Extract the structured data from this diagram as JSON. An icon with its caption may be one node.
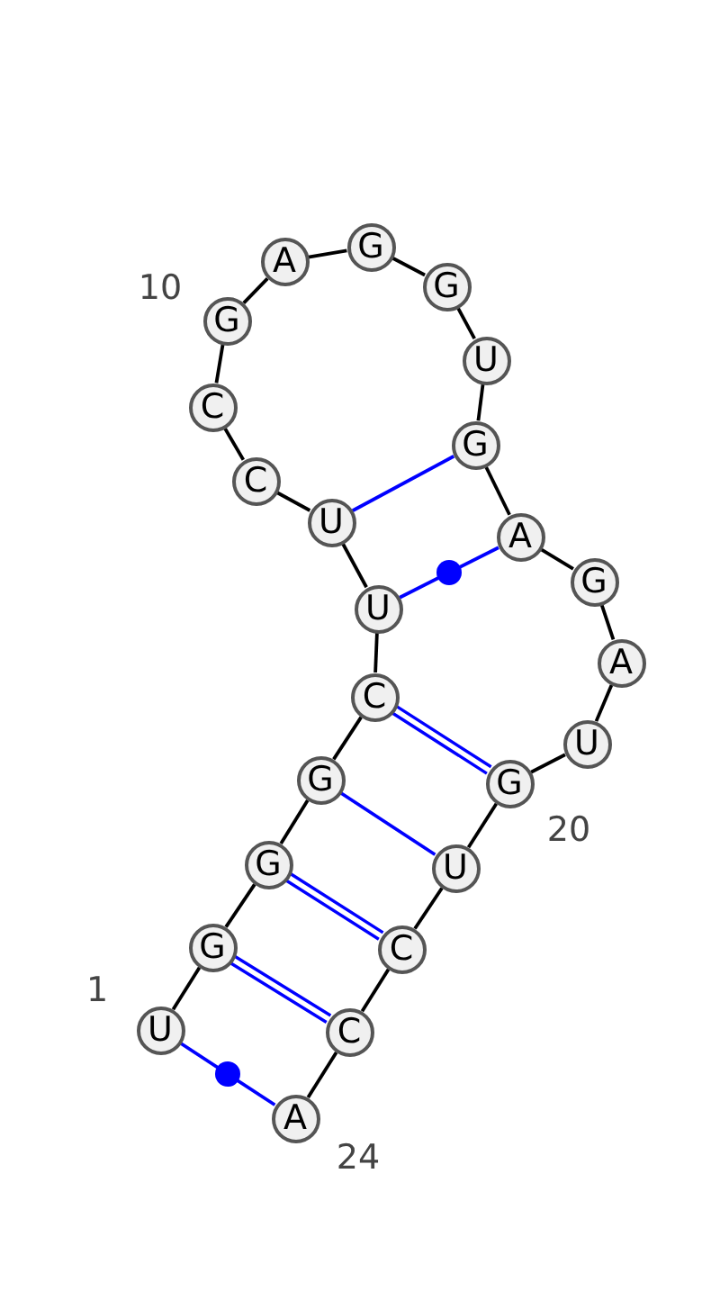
{
  "diagram": {
    "nodes": [
      {
        "text": [
          "U"
        ]
      },
      {
        "text": [
          "G"
        ]
      },
      {
        "text": [
          "G"
        ]
      },
      {
        "text": [
          "G"
        ]
      },
      {
        "text": [
          "C"
        ]
      },
      {
        "text": [
          "U"
        ]
      },
      {
        "text": [
          "U"
        ]
      },
      {
        "text": [
          "C"
        ]
      },
      {
        "text": [
          "C"
        ]
      },
      {
        "text": [
          "G"
        ]
      },
      {
        "text": [
          "A"
        ]
      },
      {
        "text": [
          "G"
        ]
      },
      {
        "text": [
          "G"
        ]
      },
      {
        "text": [
          "U"
        ]
      },
      {
        "text": [
          "G"
        ]
      },
      {
        "text": [
          "A"
        ]
      },
      {
        "text": [
          "G"
        ]
      },
      {
        "text": [
          "A"
        ]
      },
      {
        "text": [
          "U"
        ]
      },
      {
        "text": [
          "G"
        ]
      },
      {
        "text": [
          "U"
        ]
      },
      {
        "text": [
          "C"
        ]
      },
      {
        "text": [
          "C"
        ]
      },
      {
        "text": [
          "A"
        ]
      }
    ],
    "edges": [
      {
        "from": 0,
        "to": 1,
        "arrow": "none"
      },
      {
        "from": 1,
        "to": 2,
        "arrow": "none"
      },
      {
        "from": 2,
        "to": 3,
        "arrow": "none"
      },
      {
        "from": 3,
        "to": 4,
        "arrow": "none"
      },
      {
        "from": 4,
        "to": 5,
        "arrow": "none"
      },
      {
        "from": 5,
        "to": 6,
        "arrow": "none"
      },
      {
        "from": 6,
        "to": 7,
        "arrow": "none"
      },
      {
        "from": 7,
        "to": 8,
        "arrow": "none"
      },
      {
        "from": 8,
        "to": 9,
        "arrow": "none"
      },
      {
        "from": 9,
        "to": 10,
        "arrow": "none"
      },
      {
        "from": 10,
        "to": 11,
        "arrow": "none"
      },
      {
        "from": 11,
        "to": 12,
        "arrow": "none"
      },
      {
        "from": 12,
        "to": 13,
        "arrow": "none"
      },
      {
        "from": 13,
        "to": 14,
        "arrow": "none"
      },
      {
        "from": 14,
        "to": 15,
        "arrow": "none"
      },
      {
        "from": 15,
        "to": 16,
        "arrow": "none"
      },
      {
        "from": 16,
        "to": 17,
        "arrow": "none"
      },
      {
        "from": 17,
        "to": 18,
        "arrow": "none"
      },
      {
        "from": 18,
        "to": 19,
        "arrow": "none"
      },
      {
        "from": 19,
        "to": 20,
        "arrow": "none"
      },
      {
        "from": 20,
        "to": 21,
        "arrow": "none"
      },
      {
        "from": 21,
        "to": 22,
        "arrow": "none"
      },
      {
        "from": 22,
        "to": 23,
        "arrow": "none"
      },
      {
        "from": 0,
        "to": 23,
        "arrow": "none",
        "color": "#0000ff"
      },
      {
        "from": 1,
        "to": 22,
        "arrow": "none",
        "color": "#0000ff"
      },
      {
        "from": 2,
        "to": 21,
        "arrow": "none",
        "color": "#0000ff"
      },
      {
        "from": 3,
        "to": 20,
        "arrow": "none",
        "color": "#0000ff"
      },
      {
        "from": 4,
        "to": 19,
        "arrow": "none",
        "color": "#0000ff"
      },
      {
        "from": 5,
        "to": 15,
        "arrow": "none",
        "color": "#0000ff"
      },
      {
        "from": 6,
        "to": 14,
        "arrow": "none",
        "color": "#0000ff"
      }
    ],
    "labels": [
      "10",
      "20",
      "1",
      "24"
    ]
  }
}
